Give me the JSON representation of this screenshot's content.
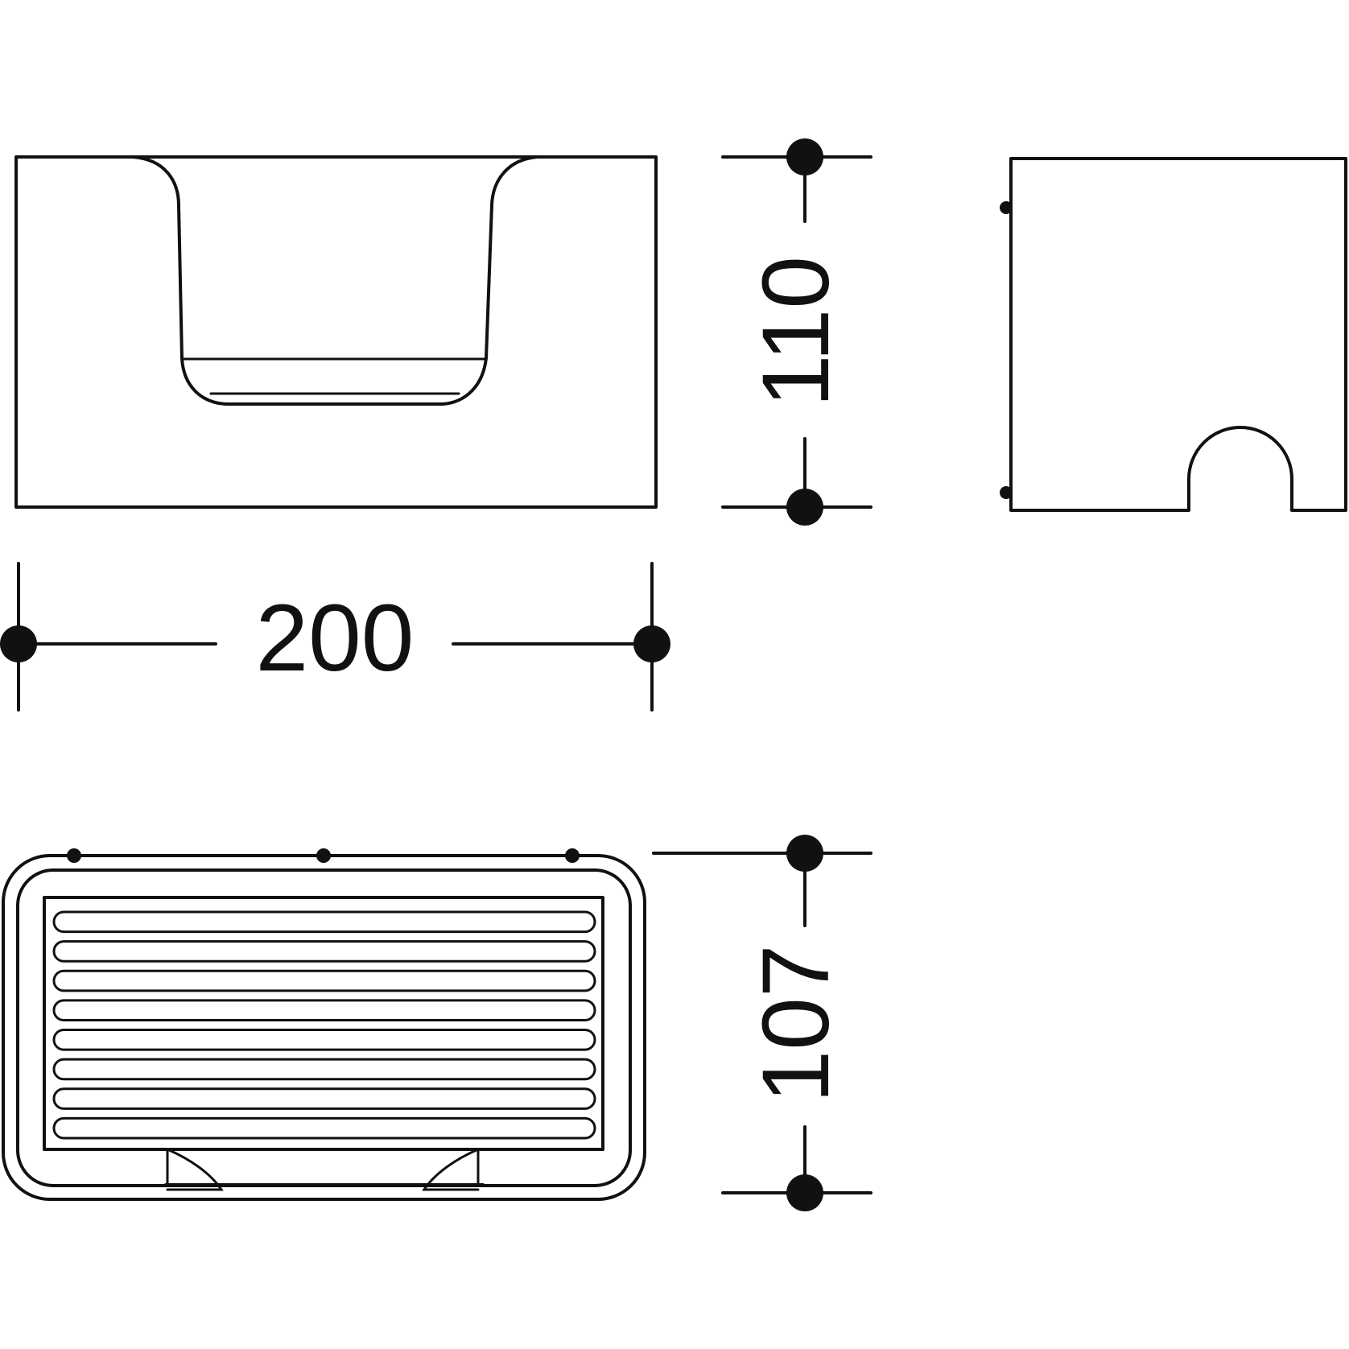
{
  "drawing": {
    "dimensions": {
      "width": "200",
      "height": "110",
      "depth": "107"
    },
    "colors": {
      "line": "#111111",
      "background": "#ffffff"
    }
  }
}
